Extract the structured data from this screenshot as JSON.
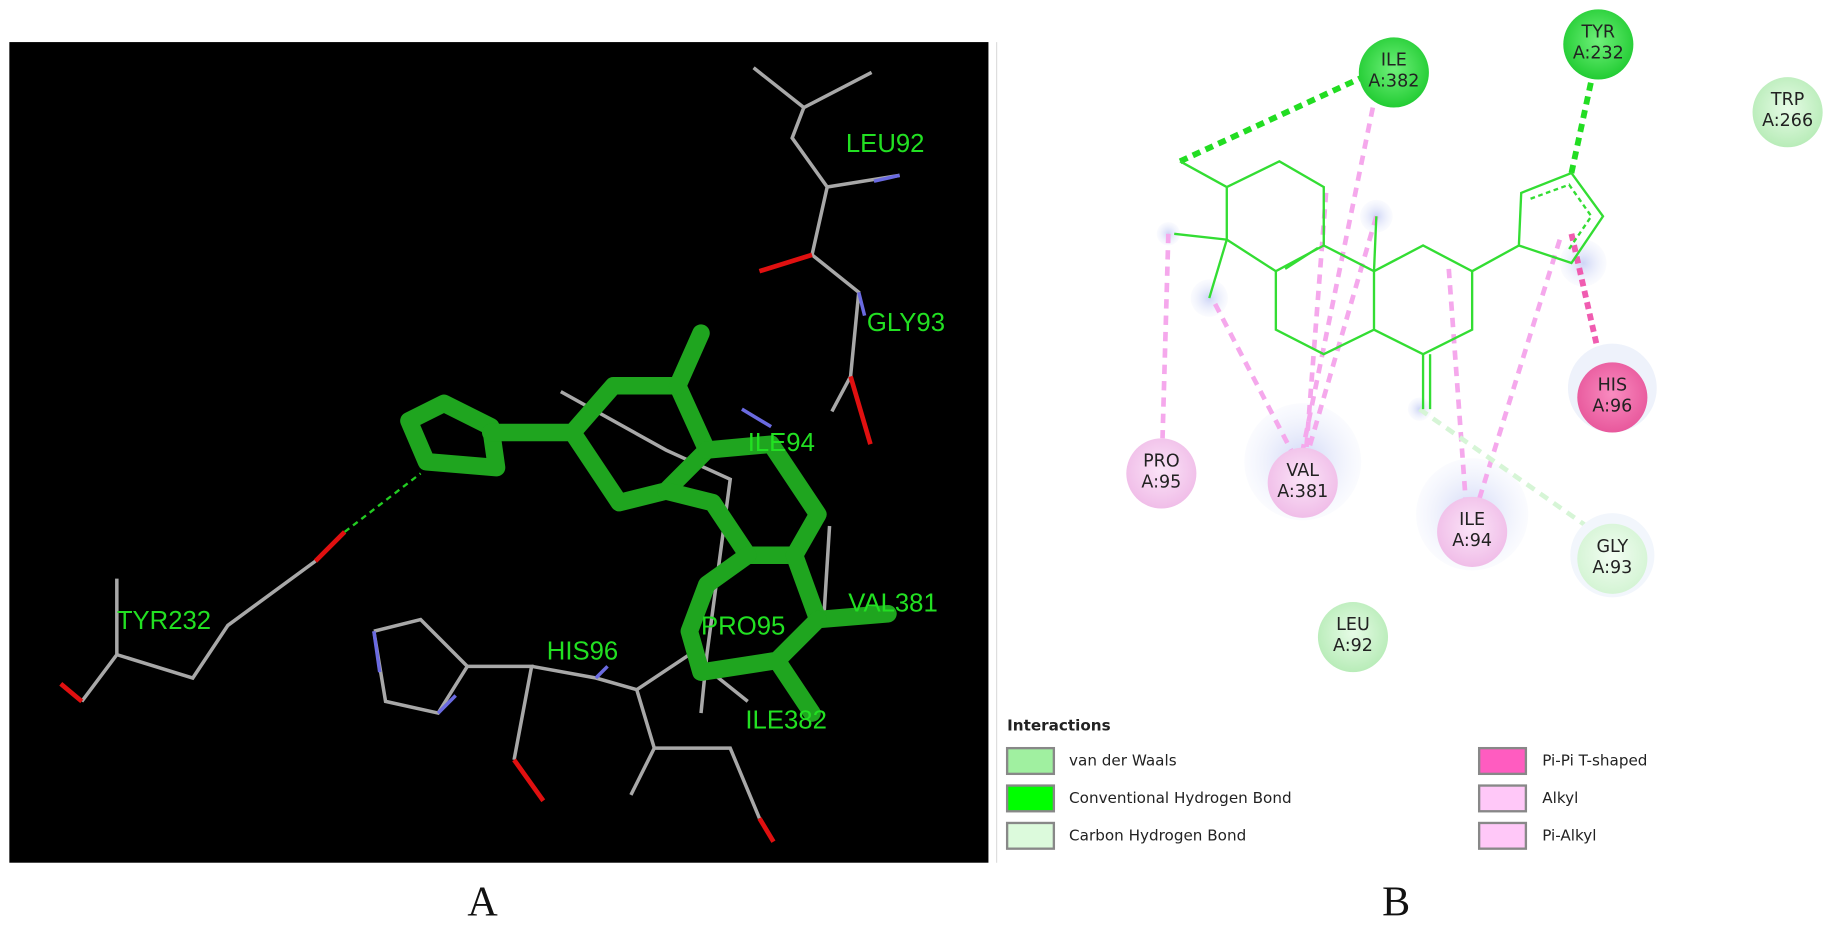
{
  "panels": {
    "a_label": "A",
    "b_label": "B"
  },
  "view3d": {
    "residue_labels": [
      "LEU92",
      "GLY93",
      "ILE94",
      "TYR232",
      "HIS96",
      "PRO95",
      "VAL381",
      "ILE382"
    ]
  },
  "diagram2d": {
    "residues": [
      {
        "name": "ILE",
        "id": "A:382",
        "type": "Conventional Hydrogen Bond",
        "color": "#33dd44"
      },
      {
        "name": "TYR",
        "id": "A:232",
        "type": "Conventional Hydrogen Bond",
        "color": "#33dd44"
      },
      {
        "name": "TRP",
        "id": "A:266",
        "type": "van der Waals",
        "color": "#b9f0b9"
      },
      {
        "name": "HIS",
        "id": "A:96",
        "type": "Pi-Pi T-shaped",
        "color": "#f06aa8"
      },
      {
        "name": "PRO",
        "id": "A:95",
        "type": "Alkyl",
        "color": "#f6c6ee"
      },
      {
        "name": "VAL",
        "id": "A:381",
        "type": "Alkyl",
        "color": "#f6c6ee"
      },
      {
        "name": "ILE",
        "id": "A:94",
        "type": "Pi-Alkyl",
        "color": "#f6c6ee"
      },
      {
        "name": "GLY",
        "id": "A:93",
        "type": "Carbon Hydrogen Bond",
        "color": "#d6f5d6"
      },
      {
        "name": "LEU",
        "id": "A:92",
        "type": "van der Waals",
        "color": "#b9f0b9"
      }
    ],
    "legend": {
      "title": "Interactions",
      "items": [
        {
          "label": "van der Waals",
          "color": "#a0f0a0"
        },
        {
          "label": "Conventional Hydrogen Bond",
          "color": "#00ff00"
        },
        {
          "label": "Carbon Hydrogen Bond",
          "color": "#dcfadc"
        },
        {
          "label": "Pi-Pi T-shaped",
          "color": "#ff5cc0"
        },
        {
          "label": "Alkyl",
          "color": "#ffc8f8"
        },
        {
          "label": "Pi-Alkyl",
          "color": "#ffc8f8"
        }
      ]
    }
  }
}
